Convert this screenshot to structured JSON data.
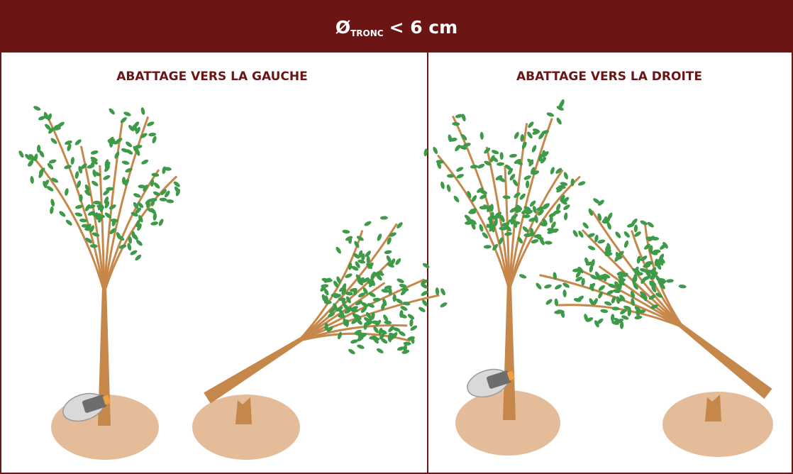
{
  "header": {
    "symbol": "Ø",
    "subscript": "TRONC",
    "condition": "< 6 cm"
  },
  "panels": [
    {
      "title": "ABATTAGE VERS LA GAUCHE"
    },
    {
      "title": "ABATTAGE VERS LA DROITE"
    }
  ],
  "colors": {
    "header_bg": "#6b1515",
    "ground": "#e5bc9a",
    "trunk": "#c6874a",
    "foliage": "#3d9a48",
    "saw_blade": "#d9d9d9",
    "saw_body": "#6d6d6d"
  },
  "icons": [
    "tree-icon",
    "felled-tree-icon",
    "stump-icon",
    "chainsaw-icon"
  ]
}
